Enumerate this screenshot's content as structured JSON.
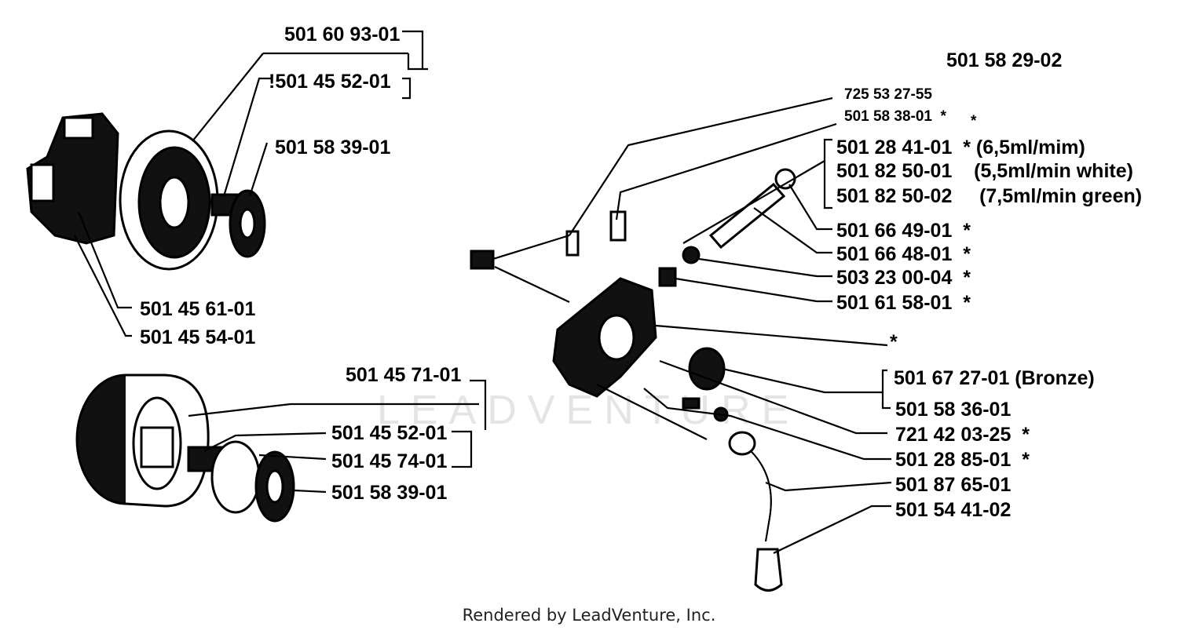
{
  "watermark": "LEADVENTURE",
  "footer": "Rendered by LeadVenture, Inc.",
  "kit_number": "501 58 29-02",
  "parts": {
    "p01": "501 60 93-01",
    "p02": "!501 45 52-01",
    "p03": "501 58 39-01",
    "p04": "501 45 61-01",
    "p05": "501 45 54-01",
    "p06": "501 45 71-01",
    "p07": "501 45 52-01",
    "p08": "501 45 74-01",
    "p09": "501 58 39-01",
    "p10": "725 53 27-55",
    "p11": "501 58 38-01  *",
    "p11b": "*",
    "p12": "501 28 41-01  * (6,5ml/mim)",
    "p13": "501 82 50-01    (5,5ml/min white)",
    "p14": "501 82 50-02     (7,5ml/min green)",
    "p15": "501 66 49-01  *",
    "p16": "501 66 48-01  *",
    "p17": "503 23 00-04  *",
    "p18": "501 61 58-01  *",
    "p19": "*",
    "p20": "501 67 27-01 (Bronze)",
    "p21": "501 58 36-01",
    "p22": "721 42 03-25  *",
    "p23": "501 28 85-01  *",
    "p24": "501 87 65-01",
    "p25": "501 54 41-02"
  }
}
